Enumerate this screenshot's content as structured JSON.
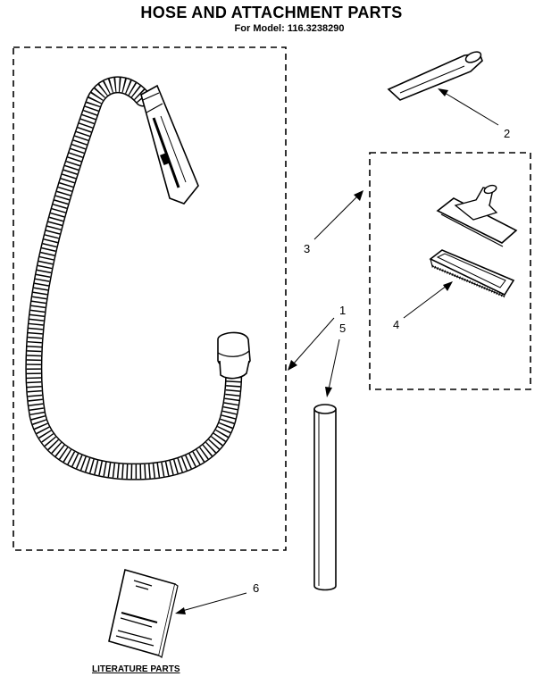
{
  "header": {
    "title": "HOSE AND ATTACHMENT PARTS",
    "subtitle": "For Model: 116.3238290"
  },
  "callouts": [
    {
      "id": "1",
      "label": "1"
    },
    {
      "id": "2",
      "label": "2"
    },
    {
      "id": "3",
      "label": "3"
    },
    {
      "id": "4",
      "label": "4"
    },
    {
      "id": "5",
      "label": "5"
    },
    {
      "id": "6",
      "label": "6"
    }
  ],
  "parts": [
    {
      "callout": "1",
      "name": "hose-assembly"
    },
    {
      "callout": "2",
      "name": "crevice-tool"
    },
    {
      "callout": "3",
      "name": "floor-brush-set"
    },
    {
      "callout": "4",
      "name": "upholstery-nozzle"
    },
    {
      "callout": "5",
      "name": "extension-wand"
    },
    {
      "callout": "6",
      "name": "literature-booklet"
    }
  ],
  "footer": {
    "literature_label": "LITERATURE PARTS"
  }
}
